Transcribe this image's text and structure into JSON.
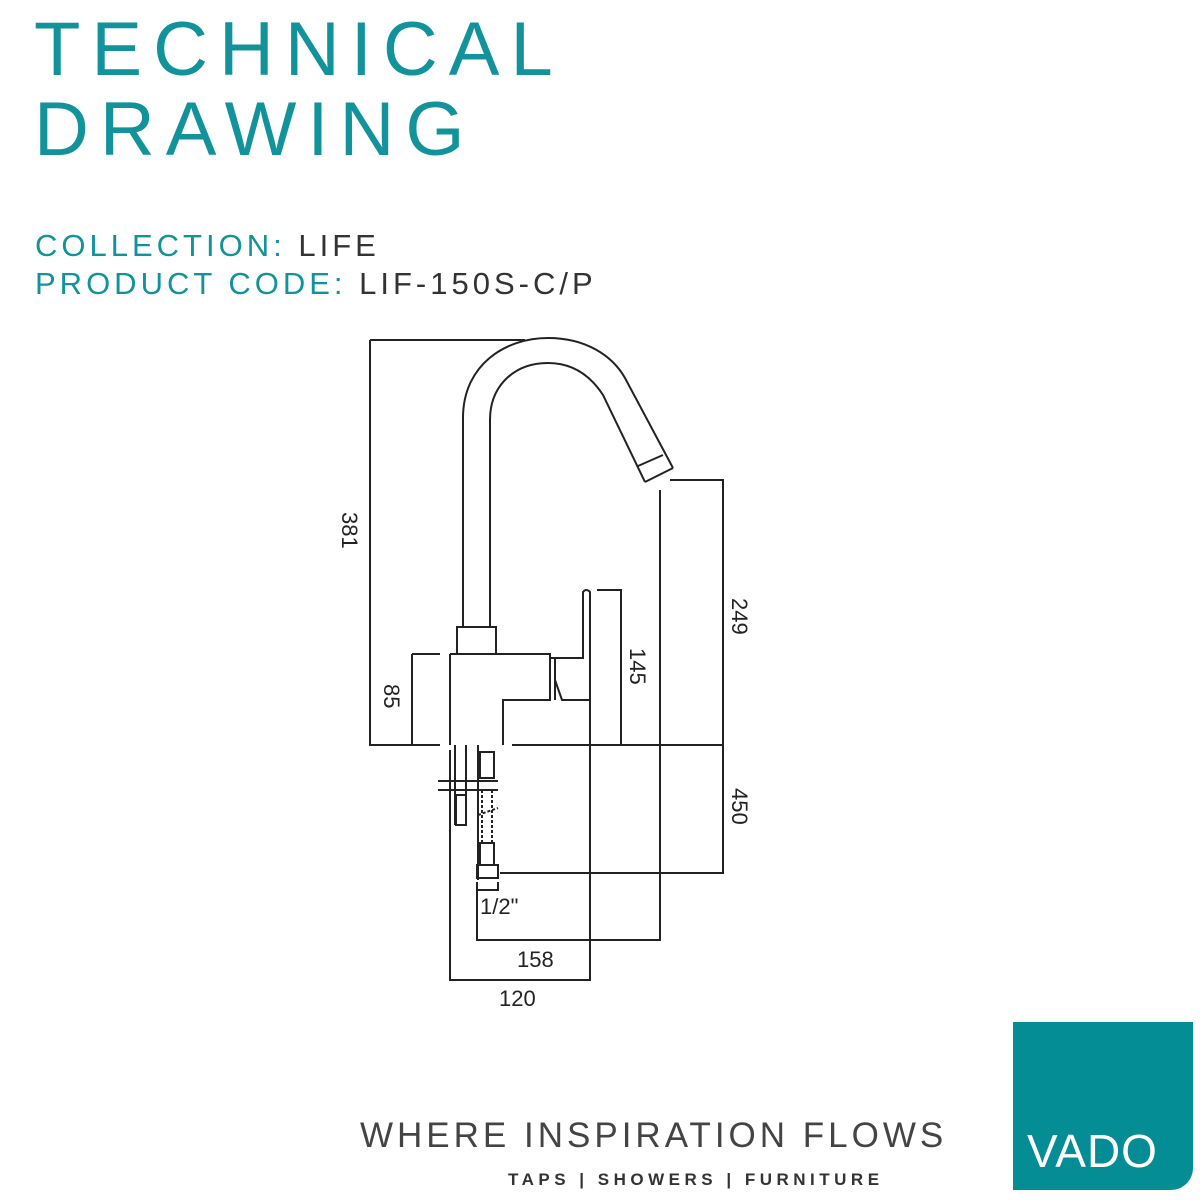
{
  "header": {
    "title_line1": "TECHNICAL",
    "title_line2": "DRAWING",
    "collection_label": "COLLECTION:",
    "collection_value": "LIFE",
    "product_code_label": "PRODUCT CODE:",
    "product_code_value": "LIF-150S-C/P"
  },
  "dimensions": {
    "total_height": "381",
    "body_height": "85",
    "handle_height": "145",
    "spout_height": "249",
    "hose_length": "450",
    "spout_reach": "158",
    "base_width": "120",
    "connection": "1/2\""
  },
  "footer": {
    "tagline": "WHERE INSPIRATION FLOWS",
    "categories": "TAPS | SHOWERS | FURNITURE",
    "brand": "VADO"
  },
  "colors": {
    "accent": "#12939b",
    "logo": "#058d96"
  }
}
